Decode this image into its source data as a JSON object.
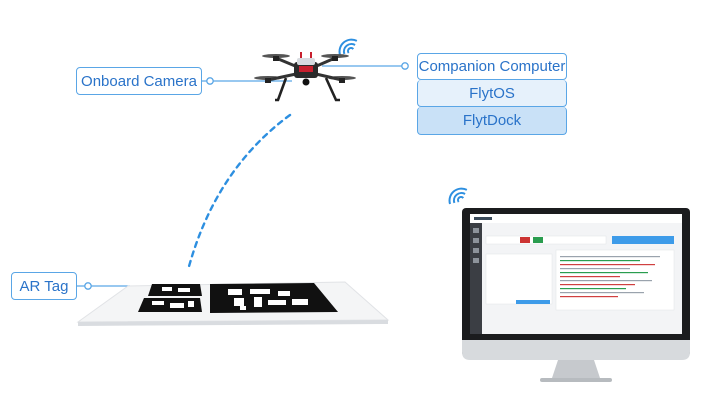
{
  "labels": {
    "onboard_camera": "Onboard Camera",
    "companion_computer": "Companion Computer",
    "flytos": "FlytOS",
    "flytdock": "FlytDock",
    "ar_tag": "AR Tag"
  },
  "colors": {
    "accent": "#2a73c9",
    "box_border": "#5aa6e6",
    "flytos_fill": "#e6f1fb",
    "flytdock_fill": "#c9e1f7",
    "dashed_path": "#2d8fe0"
  },
  "icons": [
    "wifi-icon",
    "drone-icon",
    "monitor-icon",
    "ar-marker-icon"
  ]
}
